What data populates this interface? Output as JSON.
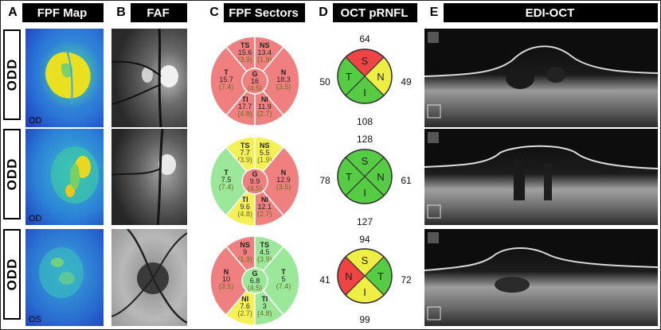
{
  "panels": [
    {
      "letter": "A",
      "title": "FPF Map"
    },
    {
      "letter": "B",
      "title": "FAF"
    },
    {
      "letter": "C",
      "title": "FPF Sectors"
    },
    {
      "letter": "D",
      "title": "OCT pRNFL"
    },
    {
      "letter": "E",
      "title": "EDI-OCT"
    }
  ],
  "rows": [
    {
      "label": "ODD",
      "eye": "OD",
      "fpf_sectors": {
        "layout": "standard",
        "colors": {
          "TS": "#f08080",
          "NS": "#f08080",
          "T": "#f08080",
          "N": "#f08080",
          "TI": "#f08080",
          "NI": "#f08080",
          "G": "#f08080"
        },
        "TS": {
          "label": "TS",
          "value": "15.6",
          "sub": "(3.9)"
        },
        "NS": {
          "label": "NS",
          "value": "13.4",
          "sub": "(1.9)"
        },
        "T": {
          "label": "T",
          "value": "15.7",
          "sub": "(7.4)"
        },
        "N": {
          "label": "N",
          "value": "18.3",
          "sub": "(3.5)"
        },
        "TI": {
          "label": "TI",
          "value": "17.7",
          "sub": "(4.8)"
        },
        "NI": {
          "label": "NI",
          "value": "11.9",
          "sub": "(2.7)"
        },
        "G": {
          "label": "G",
          "value": "16",
          "sub": "(4.5)"
        }
      },
      "prnfl": {
        "top": "64",
        "left": "50",
        "right": "49",
        "bottom": "108",
        "S": {
          "label": "S",
          "color": "#ee4444"
        },
        "T": {
          "label": "T",
          "color": "#55cc44"
        },
        "N": {
          "label": "N",
          "color": "#eeee44"
        },
        "I": {
          "label": "I",
          "color": "#55cc44"
        }
      }
    },
    {
      "label": "ODD",
      "eye": "OD",
      "fpf_sectors": {
        "layout": "standard",
        "colors": {
          "TS": "#f5f055",
          "NS": "#f5f055",
          "T": "#9be89b",
          "N": "#f08080",
          "TI": "#f5f055",
          "NI": "#f08080",
          "G": "#f08080"
        },
        "TS": {
          "label": "TS",
          "value": "7.7",
          "sub": "(3.9)"
        },
        "NS": {
          "label": "NS",
          "value": "5.5",
          "sub": "(1.9)"
        },
        "T": {
          "label": "T",
          "value": "7.5",
          "sub": "(7.4)"
        },
        "N": {
          "label": "N",
          "value": "12.9",
          "sub": "(3.5)"
        },
        "TI": {
          "label": "TI",
          "value": "9.6",
          "sub": "(4.8)"
        },
        "NI": {
          "label": "NI",
          "value": "12.1",
          "sub": "(2.7)"
        },
        "G": {
          "label": "G",
          "value": "9.9",
          "sub": "(4.5)"
        }
      },
      "prnfl": {
        "top": "128",
        "left": "78",
        "right": "61",
        "bottom": "127",
        "S": {
          "label": "S",
          "color": "#55cc44"
        },
        "T": {
          "label": "T",
          "color": "#55cc44"
        },
        "N": {
          "label": "N",
          "color": "#55cc44"
        },
        "I": {
          "label": "I",
          "color": "#55cc44"
        }
      }
    },
    {
      "label": "ODD",
      "eye": "OS",
      "fpf_sectors": {
        "layout": "mirrored",
        "colors": {
          "NS": "#f08080",
          "TS": "#9be89b",
          "N": "#f08080",
          "T": "#9be89b",
          "NI": "#f5f055",
          "TI": "#9be89b",
          "G": "#9be89b"
        },
        "NS": {
          "label": "NS",
          "value": "9",
          "sub": "(1.9)"
        },
        "TS": {
          "label": "TS",
          "value": "4.5",
          "sub": "(3.9)"
        },
        "N": {
          "label": "N",
          "value": "10",
          "sub": "(3.5)"
        },
        "T": {
          "label": "T",
          "value": "5",
          "sub": "(7.4)"
        },
        "NI": {
          "label": "NI",
          "value": "7.6",
          "sub": "(2.7)"
        },
        "TI": {
          "label": "TI",
          "value": "3",
          "sub": "(4.8)"
        },
        "G": {
          "label": "G",
          "value": "6.8",
          "sub": "(4.5)"
        }
      },
      "prnfl": {
        "top": "94",
        "left": "41",
        "right": "72",
        "bottom": "99",
        "S": {
          "label": "S",
          "color": "#eeee44"
        },
        "N": {
          "label": "N",
          "color": "#ee4444"
        },
        "T": {
          "label": "T",
          "color": "#55cc44"
        },
        "I": {
          "label": "I",
          "color": "#eeee44"
        }
      }
    }
  ]
}
